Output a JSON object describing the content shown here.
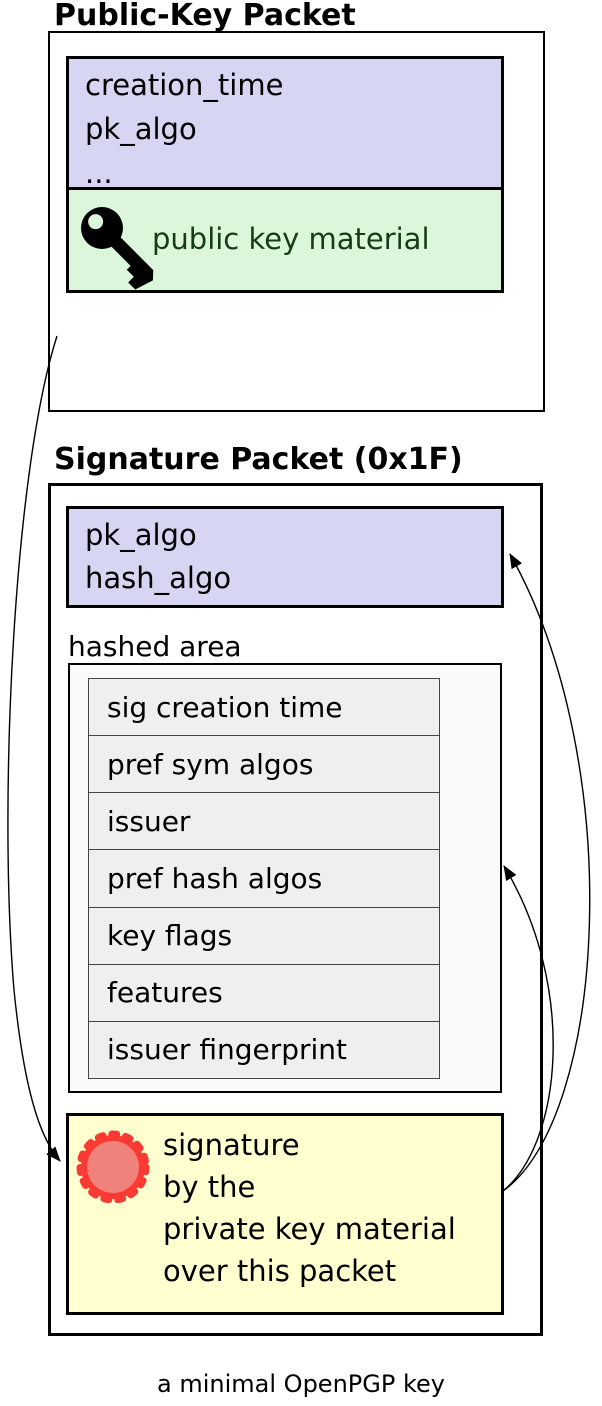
{
  "titles": {
    "public_key_packet": "Public-Key Packet",
    "signature_packet": "Signature Packet (0x1F)"
  },
  "public_key_packet": {
    "header_fields": [
      "creation_time",
      "pk_algo",
      "..."
    ],
    "material_label": "public key material",
    "material_icon": "key-icon"
  },
  "signature_packet": {
    "header_fields": [
      "pk_algo",
      "hash_algo"
    ],
    "hashed_area_label": "hashed area",
    "subpackets": [
      "sig creation time",
      "pref sym algos",
      "issuer",
      "pref hash algos",
      "key flags",
      "features",
      "issuer fingerprint"
    ],
    "signature_lines": [
      "signature",
      "by the",
      "private key material",
      "over this packet"
    ],
    "signature_icon": "seal-icon"
  },
  "arrows": {
    "public_key_to_signature": "arrow from public-key packet to signature seal",
    "signature_to_sig_header": "arrow from signature box to pk_algo/hash_algo header",
    "signature_to_hashed_area": "arrow from signature box to hashed area"
  },
  "caption": "a minimal OpenPGP key",
  "colors": {
    "header_fill": "#d6d6f2",
    "material_fill": "#dcf6dc",
    "material_text": "#163c16",
    "signature_fill": "#ffffd0",
    "seal_outer": "#fb3a33",
    "seal_inner": "#ef837b",
    "subpacket_fill": "#efefef",
    "hashed_area_fill": "#fafafa",
    "line": "#000000"
  }
}
